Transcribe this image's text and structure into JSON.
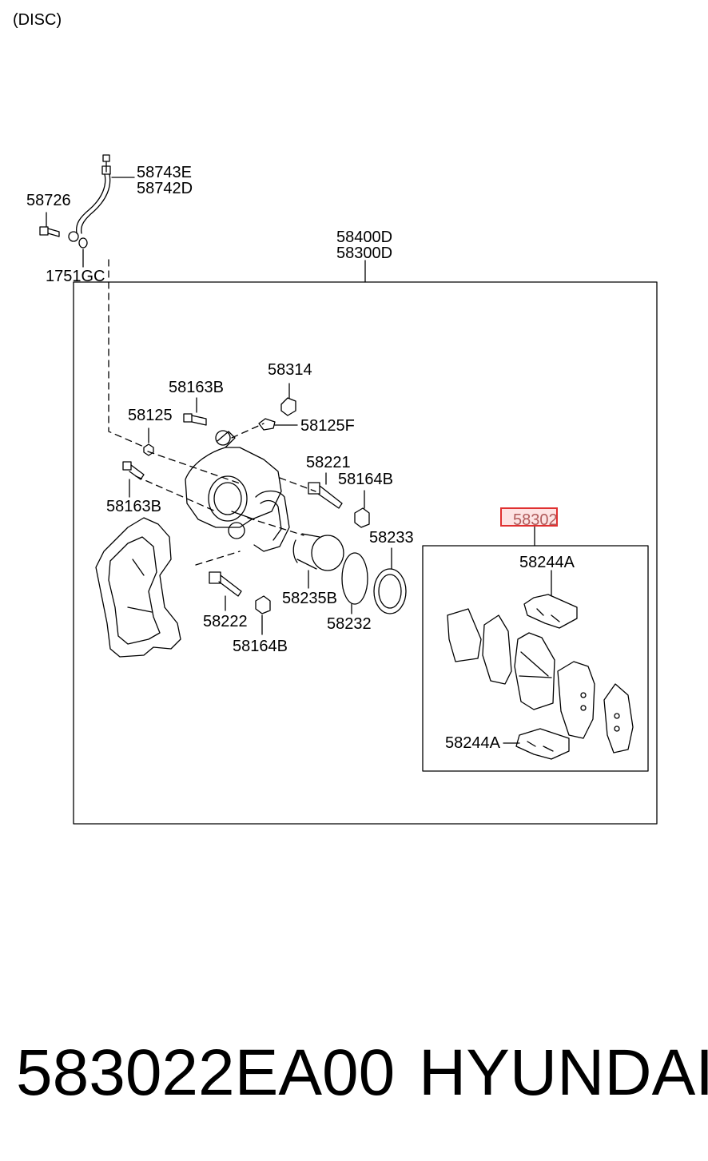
{
  "header": {
    "title": "(DISC)"
  },
  "callouts": {
    "hose_a": "58743E",
    "hose_b": "58742D",
    "bolt_top": "58726",
    "washer": "1751GC",
    "assembly_a": "58400D",
    "assembly_b": "58300D",
    "bleeder_cap": "58314",
    "bolt_upper": "58163B",
    "bleeder_screw": "58125",
    "bleeder_screw_f": "58125F",
    "guide_pin_upper": "58221",
    "boot_upper": "58164B",
    "bolt_lower": "58163B",
    "dust_seal": "58233",
    "piston": "58235B",
    "guide_pin_lower": "58222",
    "piston_seal": "58232",
    "boot_lower": "58164B",
    "pad_kit": "58302",
    "shim_top": "58244A",
    "shim_bottom": "58244A"
  },
  "footer": {
    "part_number": "583022EA00",
    "brand": "HYUNDAI"
  },
  "colors": {
    "line": "#000000",
    "highlight_border": "#e03030",
    "highlight_fill": "#fde3e3",
    "highlight_text": "#b05a5a"
  }
}
